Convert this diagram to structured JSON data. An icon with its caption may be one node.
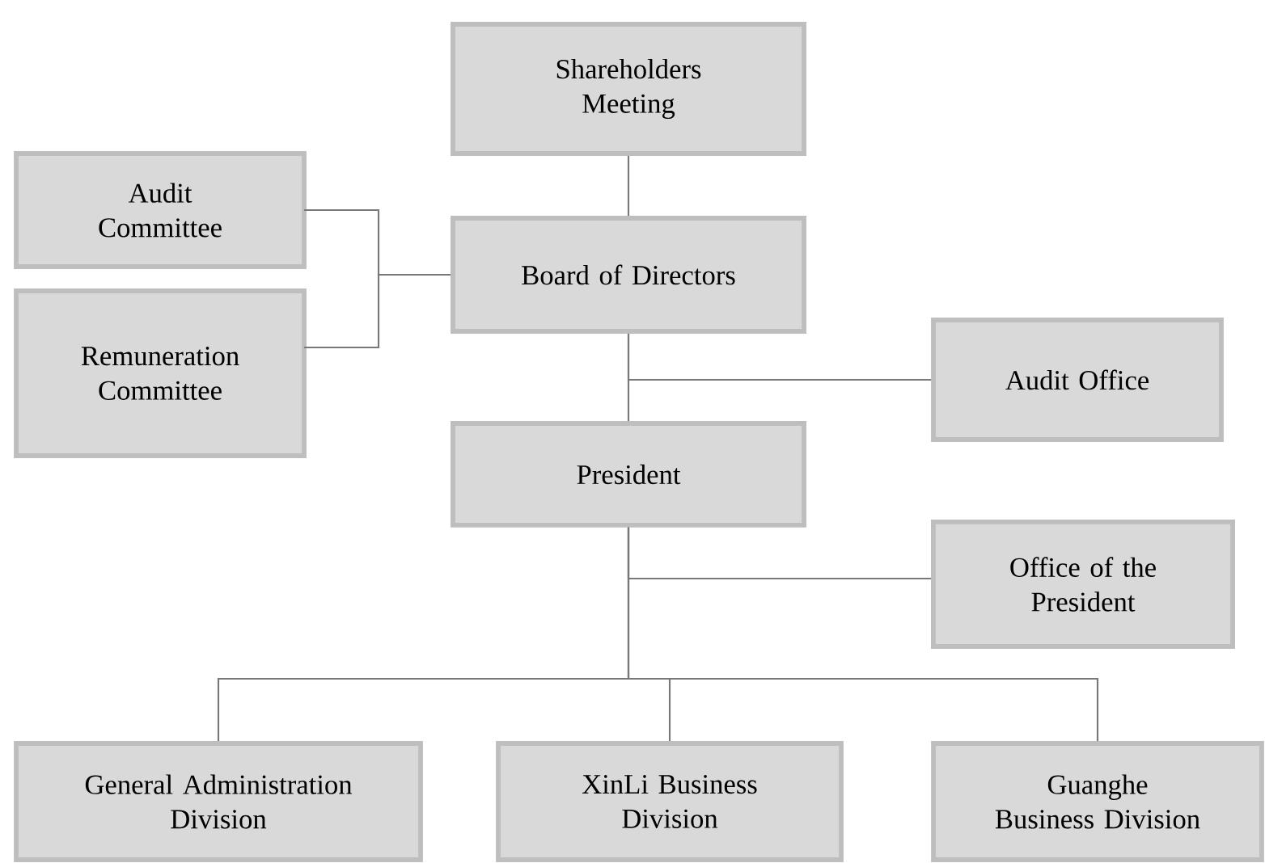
{
  "diagram": {
    "nodes": [
      {
        "text": [
          "Shareholders Meeting"
        ]
      },
      {
        "text": [
          "Audit Committee"
        ]
      },
      {
        "text": [
          "Board of Directors"
        ]
      },
      {
        "text": [
          "Remuneration Committee"
        ]
      },
      {
        "text": [
          "Audit Office"
        ]
      },
      {
        "text": [
          "President"
        ]
      },
      {
        "text": [
          "Office of the President"
        ]
      },
      {
        "text": [
          "General Administration Division"
        ]
      },
      {
        "text": [
          "XinLi Business Division"
        ]
      },
      {
        "text": [
          "Guanghe Business Division"
        ]
      }
    ],
    "edges": [
      {
        "from": 0,
        "to": 2,
        "arrow": "none"
      },
      {
        "from": 1,
        "to": 2,
        "arrow": "none"
      },
      {
        "from": 3,
        "to": 2,
        "arrow": "none"
      },
      {
        "from": 2,
        "to": 4,
        "arrow": "none"
      },
      {
        "from": 2,
        "to": 5,
        "arrow": "none"
      },
      {
        "from": 5,
        "to": 6,
        "arrow": "none"
      },
      {
        "from": 5,
        "to": 7,
        "arrow": "none"
      },
      {
        "from": 5,
        "to": 8,
        "arrow": "none"
      },
      {
        "from": 5,
        "to": 9,
        "arrow": "none"
      }
    ]
  }
}
